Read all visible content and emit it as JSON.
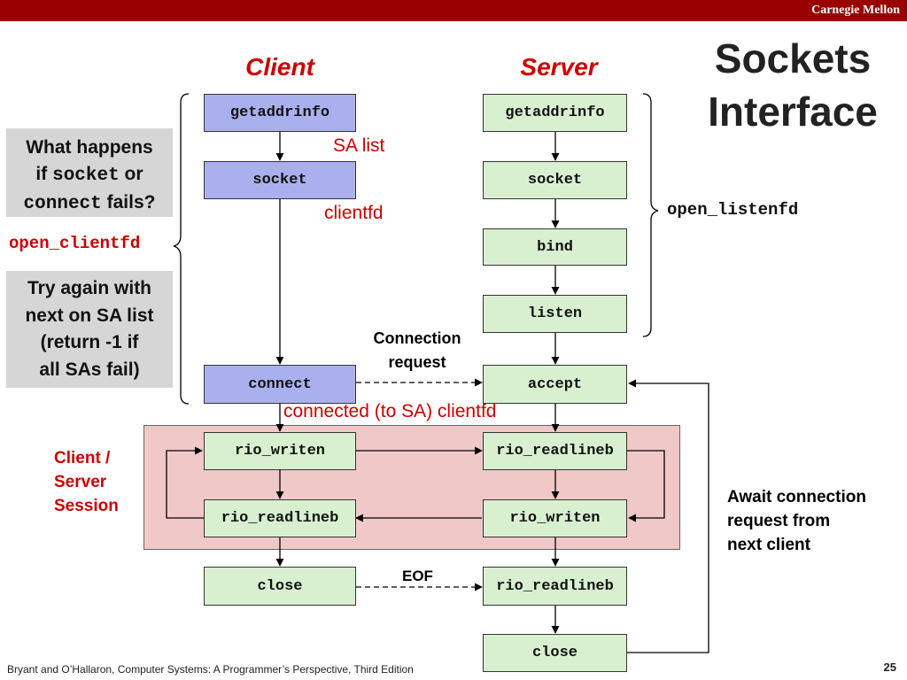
{
  "header": {
    "brand": "Carnegie Mellon",
    "title_line1": "Sockets",
    "title_line2": "Interface"
  },
  "columns": {
    "client": "Client",
    "server": "Server"
  },
  "client_boxes": {
    "getaddrinfo": "getaddrinfo",
    "socket": "socket",
    "connect": "connect",
    "rio_writen": "rio_writen",
    "rio_readlineb": "rio_readlineb",
    "close": "close"
  },
  "server_boxes": {
    "getaddrinfo": "getaddrinfo",
    "socket": "socket",
    "bind": "bind",
    "listen": "listen",
    "accept": "accept",
    "rio_readlineb": "rio_readlineb",
    "rio_writen": "rio_writen",
    "rio_readlineb_2": "rio_readlineb",
    "close": "close"
  },
  "labels": {
    "sa_list": "SA list",
    "clientfd": "clientfd",
    "connection_request_1": "Connection",
    "connection_request_2": "request",
    "connected": "connected (to SA) clientfd",
    "eof": "EOF",
    "open_listenfd": "open_listenfd",
    "open_clientfd": "open_clientfd",
    "session_1": "Client /",
    "session_2": "Server",
    "session_3": "Session",
    "await_1": "Await connection",
    "await_2": "request from",
    "await_3": "next client"
  },
  "question_box": {
    "l1": "What happens",
    "l2a": "if ",
    "l2b": "socket",
    "l2c": " or",
    "l3a": "connect",
    "l3b": " fails?"
  },
  "retry_box": {
    "l1": "Try again with",
    "l2": "next on SA list",
    "l3": "(return -1 if",
    "l4": "all SAs fail)"
  },
  "colors": {
    "topbar": "#990000",
    "accent": "#cc0000",
    "client_box": "#aab0ee",
    "server_box": "#d8f0d0",
    "session_bg": "#f0c8c8",
    "note_bg": "#d6d6d6"
  },
  "footer": {
    "citation": "Bryant and O’Hallaron, Computer Systems: A Programmer’s Perspective, Third Edition",
    "page": "25"
  }
}
